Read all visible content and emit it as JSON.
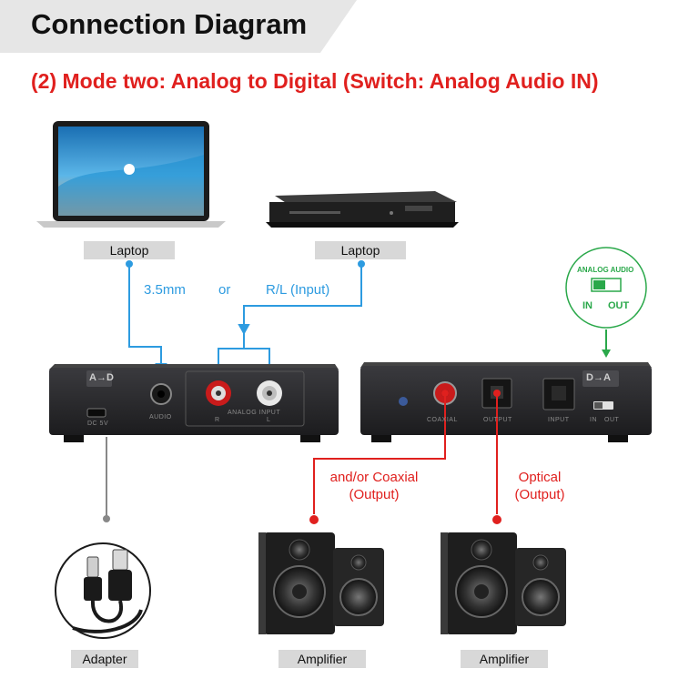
{
  "header": {
    "title": "Connection Diagram",
    "subtitle": "(2) Mode two: Analog to Digital (Switch: Analog Audio IN)"
  },
  "sources": {
    "left_label": "Laptop",
    "right_label": "Laptop"
  },
  "connections": {
    "aux_label": "3.5mm",
    "or_label": "or",
    "rl_label": "R/L (Input)",
    "coaxial_label_1": "and/or Coaxial",
    "coaxial_label_2": "(Output)",
    "optical_label_1": "Optical",
    "optical_label_2": "(Output)"
  },
  "switch_badge": {
    "title": "ANALOG AUDIO",
    "in_label": "IN",
    "out_label": "OUT"
  },
  "converter_front": {
    "badge": "A→D",
    "port_dc": "DC 5V",
    "port_audio": "AUDIO",
    "port_r": "R",
    "port_group": "ANALOG INPUT",
    "port_l": "L"
  },
  "converter_back": {
    "badge": "D→A",
    "port_power": "",
    "port_coaxial": "COAXIAL",
    "port_output": "OUTPUT",
    "port_input": "INPUT",
    "switch_in": "IN",
    "switch_out": "OUT"
  },
  "bottom": {
    "adapter_label": "Adapter",
    "amp_left_label": "Amplifier",
    "amp_right_label": "Amplifier"
  },
  "colors": {
    "blue_line": "#2d9be0",
    "red_line": "#e0201e",
    "green_line": "#2aa84a",
    "device_body": "#2b2b2e"
  }
}
